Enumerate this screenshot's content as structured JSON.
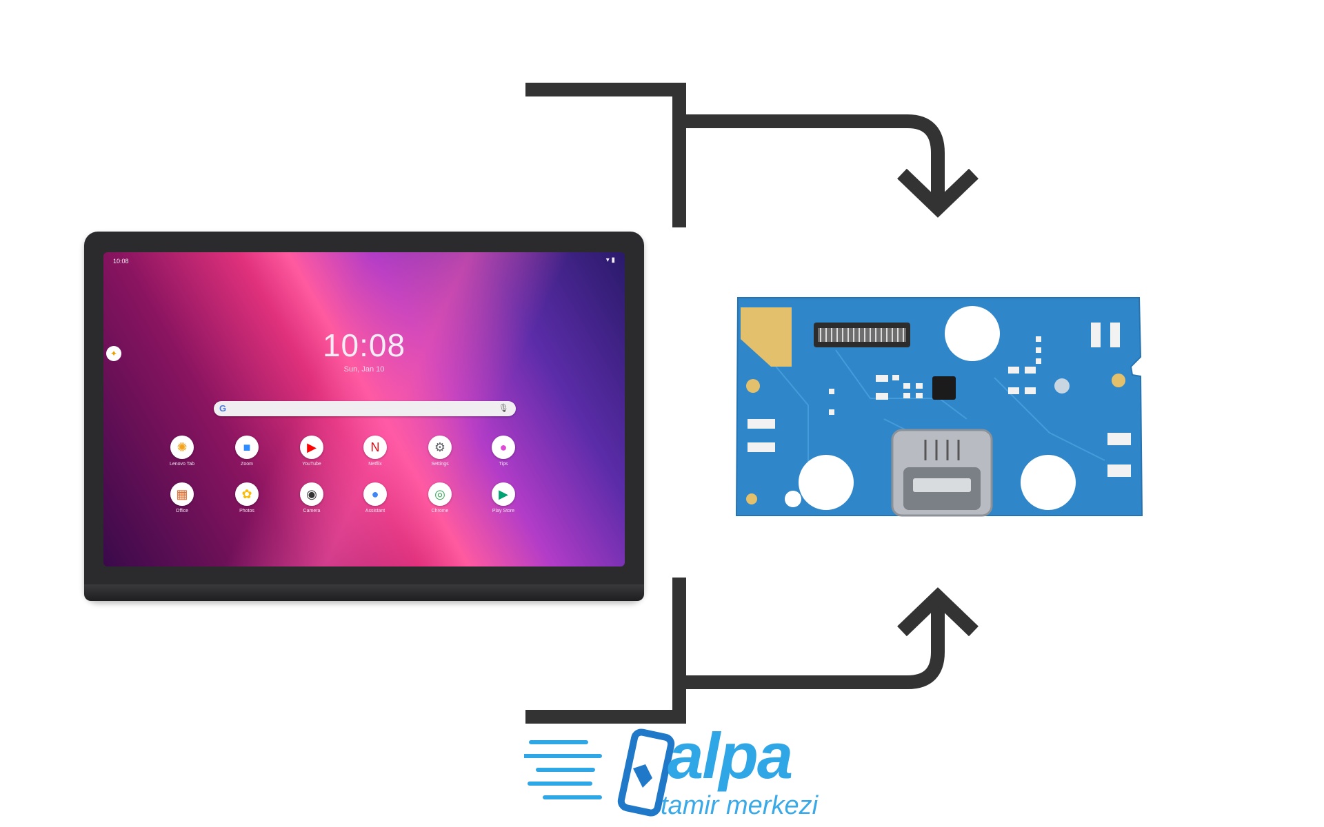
{
  "tablet": {
    "status_time": "10:08",
    "status_icons": "▾ ▮",
    "clock": "10:08",
    "date": "Sun, Jan 10",
    "search_g": "G",
    "search_mic": "🎙",
    "assistant_icon": "✦",
    "apps": [
      {
        "label": "Lenovo Tab",
        "icon": "✺",
        "color": "#f3a21b"
      },
      {
        "label": "Zoom",
        "icon": "■",
        "color": "#2d8cff"
      },
      {
        "label": "YouTube",
        "icon": "▶",
        "color": "#ff0000"
      },
      {
        "label": "Netflix",
        "icon": "N",
        "color": "#e50914"
      },
      {
        "label": "Settings",
        "icon": "⚙",
        "color": "#5f6368"
      },
      {
        "label": "Tips",
        "icon": "●",
        "color": "#e04bd6"
      },
      {
        "label": "Office",
        "icon": "▦",
        "color": "#e26b2b"
      },
      {
        "label": "Photos",
        "icon": "✿",
        "color": "#fbbc05"
      },
      {
        "label": "Camera",
        "icon": "◉",
        "color": "#333333"
      },
      {
        "label": "Assistant",
        "icon": "●",
        "color": "#4285f4"
      },
      {
        "label": "Chrome",
        "icon": "◎",
        "color": "#34a853"
      },
      {
        "label": "Play Store",
        "icon": "▶",
        "color": "#00a173"
      }
    ]
  },
  "logo": {
    "word": "alpa",
    "tagline": "tamir merkezi",
    "accent": "#2fa6e6"
  },
  "colors": {
    "arrow": "#333333",
    "pcb": "#2f86c9"
  }
}
